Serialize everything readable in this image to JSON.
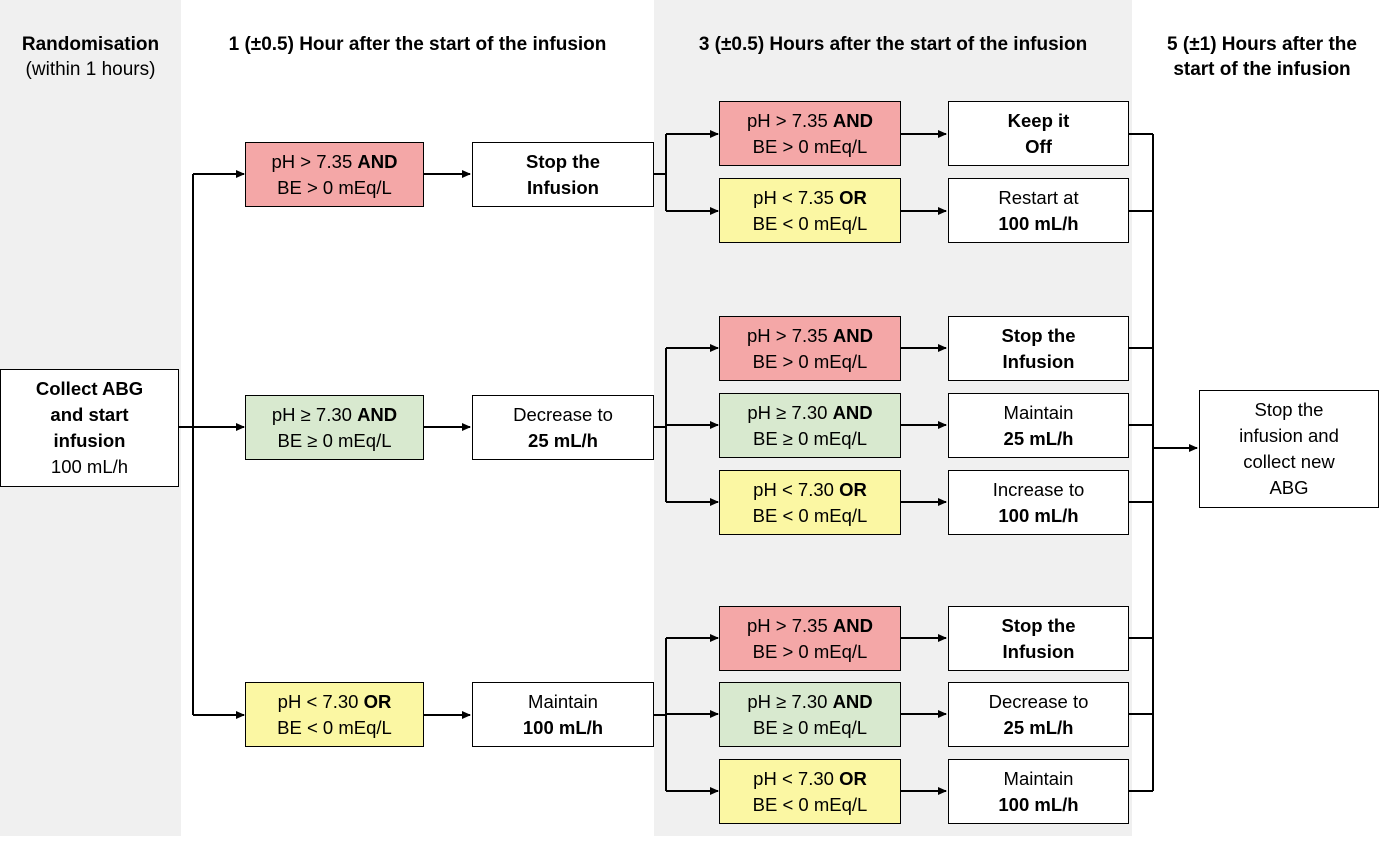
{
  "headers": {
    "col1": {
      "title": "Randomisation",
      "sub": "(within 1 hours)"
    },
    "col2": {
      "title": "1 (±0.5) Hour after the start of the infusion"
    },
    "col3": {
      "title": "3 (±0.5) Hours after the start of the infusion"
    },
    "col4": {
      "line1": "5 (±1) Hours after the",
      "line2": "start of the infusion"
    }
  },
  "start": {
    "line1": "Collect ABG",
    "line2": "and start",
    "line3": "infusion",
    "line4": "100 mL/h"
  },
  "conditions": {
    "high": {
      "prefix": "pH > 7.35 ",
      "op": "AND",
      "line2": "BE > 0 mEq/L"
    },
    "mid": {
      "prefix": "pH ≥ 7.30 ",
      "op": "AND",
      "line2": "BE ≥ 0 mEq/L"
    },
    "low730": {
      "prefix": "pH < 7.30 ",
      "op": "OR",
      "line2": "BE < 0 mEq/L"
    },
    "low735": {
      "prefix": "pH < 7.35 ",
      "op": "OR",
      "line2": "BE < 0 mEq/L"
    }
  },
  "actions1": {
    "stop": {
      "line1": "Stop the",
      "line2": "Infusion"
    },
    "decrease": {
      "line1": "Decrease to",
      "line2": "25 mL/h"
    },
    "maintain": {
      "line1": "Maintain",
      "line2": "100 mL/h"
    }
  },
  "actions3": {
    "keep_off": {
      "line1": "Keep it",
      "line2": "Off"
    },
    "restart": {
      "line1": "Restart at",
      "line2": "100 mL/h"
    },
    "stop_a": {
      "line1": "Stop the",
      "line2": "Infusion"
    },
    "maintain25": {
      "line1": "Maintain",
      "line2": "25 mL/h"
    },
    "increase": {
      "line1": "Increase to",
      "line2": "100 mL/h"
    },
    "stop_b": {
      "line1": "Stop the",
      "line2": "Infusion"
    },
    "decrease25": {
      "line1": "Decrease to",
      "line2": "25 mL/h"
    },
    "maintain100": {
      "line1": "Maintain",
      "line2": "100 mL/h"
    }
  },
  "final": {
    "line1": "Stop the",
    "line2": "infusion and",
    "line3": "collect new",
    "line4": "ABG"
  }
}
